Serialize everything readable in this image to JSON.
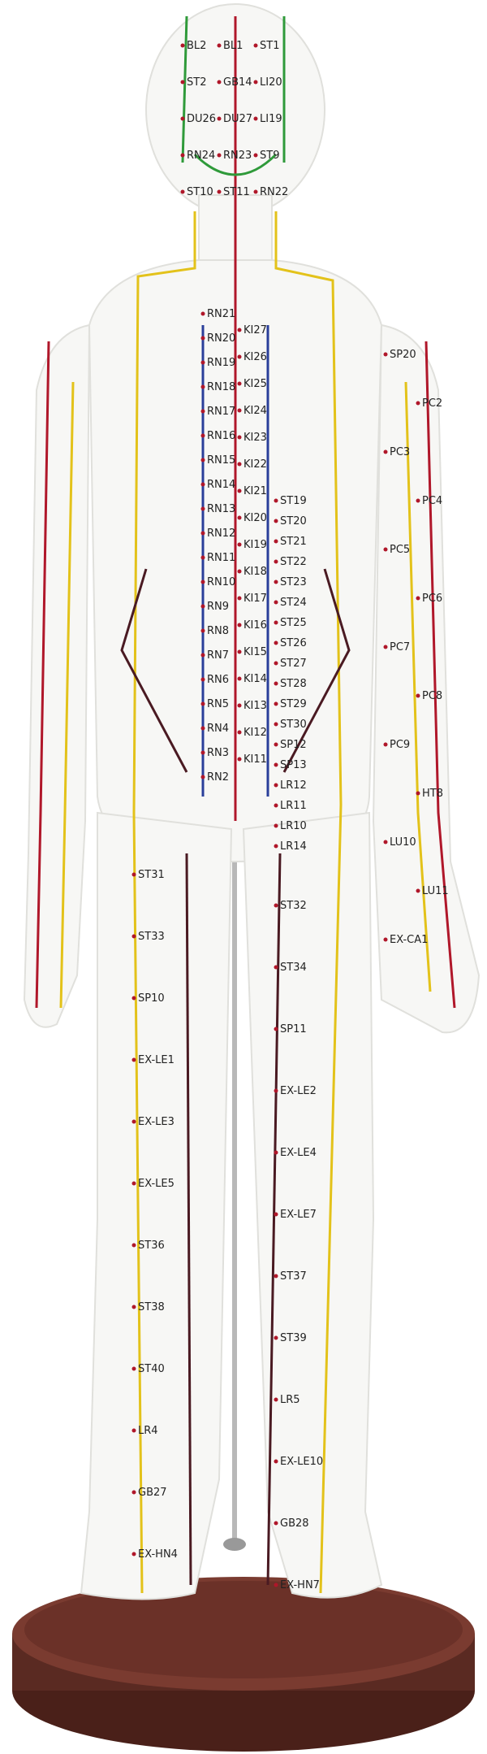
{
  "image": {
    "subject": "acupuncture-meridian-model",
    "colors": {
      "body": "#f7f7f5",
      "base": "#5a2a22",
      "base_rim": "#7a3b30",
      "yellow_meridian": "#e3c21a",
      "red_meridian": "#b0172a",
      "blue_meridian": "#2a3f9a",
      "green_meridian": "#2f9a3a",
      "dark_meridian": "#4a1a22",
      "stand": "#b8b8b8"
    },
    "point_labels": [
      "BL2",
      "BL1",
      "ST1",
      "ST2",
      "GB14",
      "LI20",
      "DU26",
      "DU27",
      "LI19",
      "RN24",
      "RN23",
      "ST9",
      "ST10",
      "ST11",
      "RN22",
      "RN21",
      "RN20",
      "RN19",
      "RN18",
      "RN17",
      "RN16",
      "RN15",
      "RN14",
      "RN13",
      "RN12",
      "RN11",
      "RN10",
      "RN9",
      "RN8",
      "RN7",
      "RN6",
      "RN5",
      "RN4",
      "RN3",
      "RN2",
      "KI27",
      "KI26",
      "KI25",
      "KI24",
      "KI23",
      "KI22",
      "KI21",
      "KI20",
      "KI19",
      "KI18",
      "KI17",
      "KI16",
      "KI15",
      "KI14",
      "KI13",
      "KI12",
      "KI11",
      "ST19",
      "ST20",
      "ST21",
      "ST22",
      "ST23",
      "ST24",
      "ST25",
      "ST26",
      "ST27",
      "ST28",
      "ST29",
      "ST30",
      "SP12",
      "SP13",
      "LR12",
      "LR11",
      "LR10",
      "LR14",
      "SP20",
      "PC2",
      "PC3",
      "PC4",
      "PC5",
      "PC6",
      "PC7",
      "PC8",
      "PC9",
      "HT8",
      "LU10",
      "LU11",
      "EX-CA1",
      "ST31",
      "ST32",
      "ST33",
      "ST34",
      "SP10",
      "SP11",
      "EX-LE1",
      "EX-LE2",
      "EX-LE3",
      "EX-LE4",
      "EX-LE5",
      "EX-LE7",
      "ST36",
      "ST37",
      "ST38",
      "ST39",
      "ST40",
      "LR5",
      "LR4",
      "EX-LE10",
      "GB27",
      "GB28",
      "EX-HN4",
      "EX-HN7"
    ]
  }
}
